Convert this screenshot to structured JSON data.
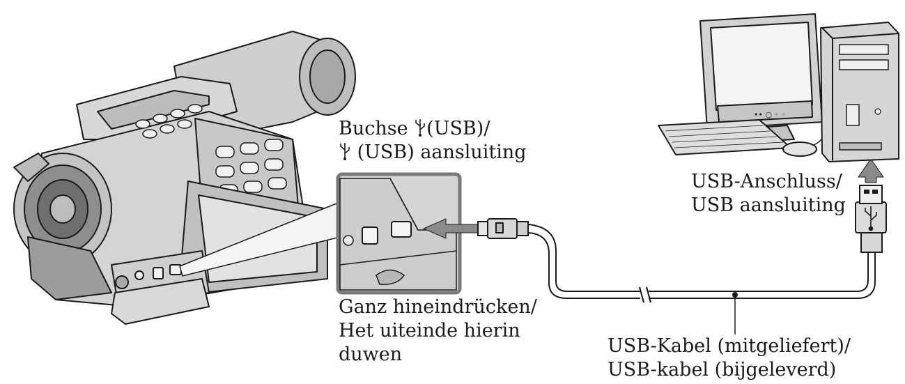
{
  "labels": {
    "usb_jack": {
      "line1": "Buchse",
      "line1_suffix": "(USB)/",
      "line2_suffix": " (USB) aansluiting"
    },
    "usb_port": {
      "line1": "USB-Anschluss/",
      "line2": "USB aansluiting"
    },
    "push_in": {
      "line1": "Ganz hineindrücken/",
      "line2": "Het uiteinde hierin",
      "line3": "duwen"
    },
    "usb_cable": {
      "line1": "USB-Kabel (mitgeliefert)/",
      "line2": "USB-kabel (bijgeleverd)"
    }
  },
  "icons": [
    "usb-icon",
    "camcorder-illustration",
    "computer-illustration",
    "usb-cable-illustration",
    "arrow-icon"
  ],
  "colors": {
    "line": "#1a1a1a",
    "body_fill": "#dcdcdc",
    "dark_fill": "#9a9a9a",
    "arrow_fill": "#8a8a8a",
    "inset_border": "#7a7a7a"
  }
}
